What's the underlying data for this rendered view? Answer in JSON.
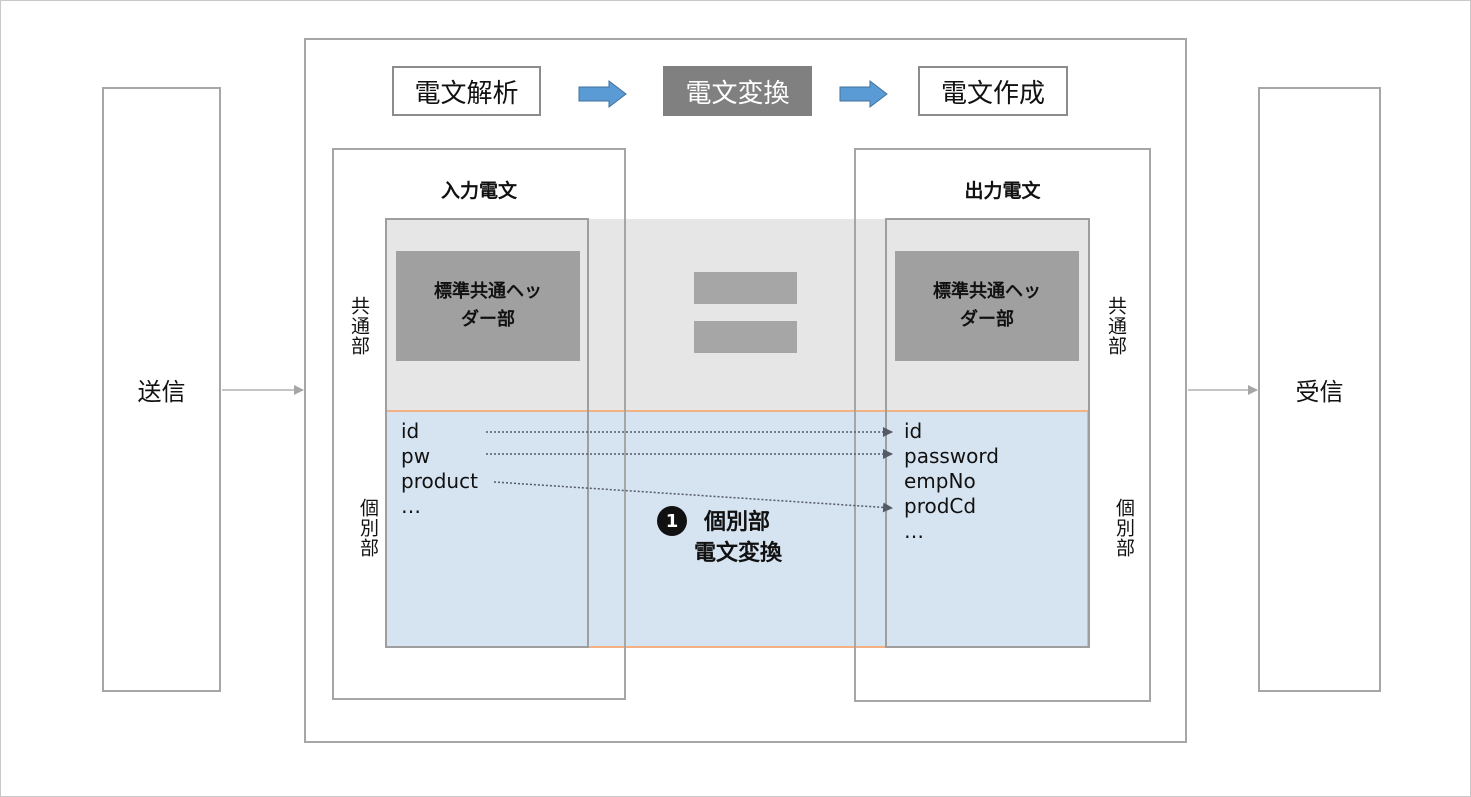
{
  "sender": "送信",
  "receiver": "受信",
  "steps": {
    "parse": "電文解析",
    "convert": "電文変換",
    "create": "電文作成"
  },
  "input_panel": {
    "title": "入力電文",
    "common_label": "共通部",
    "individual_label": "個別部",
    "header_line1": "標準共通ヘッ",
    "header_line2": "ダー部",
    "fields": [
      "id",
      "pw",
      "product",
      "…"
    ]
  },
  "output_panel": {
    "title": "出力電文",
    "common_label": "共通部",
    "individual_label": "個別部",
    "header_line1": "標準共通ヘッ",
    "header_line2": "ダー部",
    "fields": [
      "id",
      "password",
      "empNo",
      "prodCd",
      "…"
    ]
  },
  "note": {
    "badge": "1",
    "line1": "個別部",
    "line2": "電文変換"
  },
  "colors": {
    "common_area": "#e6e6e6",
    "individual_area": "#d6e3f0",
    "individual_border": "#f4b183",
    "arrow_blue": "#5b9bd5",
    "header_block": "#a0a0a0",
    "active_step": "#808080"
  }
}
